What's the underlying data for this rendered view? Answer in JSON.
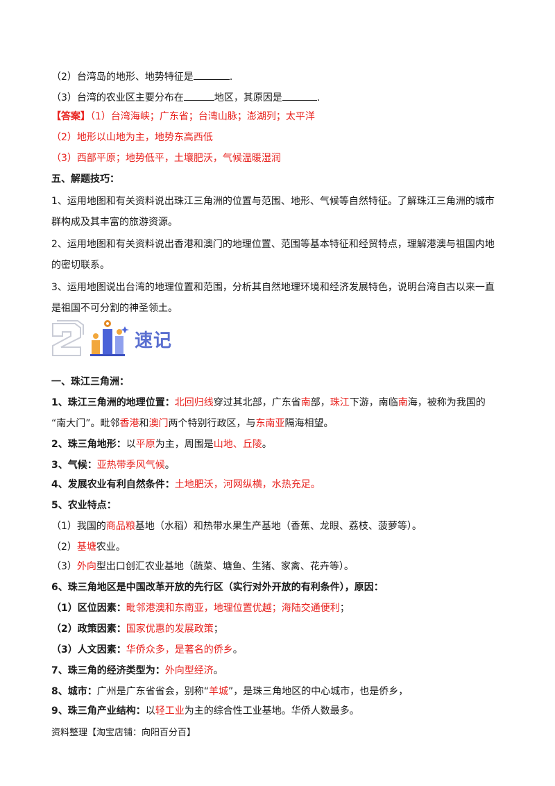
{
  "q2": {
    "text": "（2）台湾岛的地形、地势特征是",
    "end": "."
  },
  "q3": {
    "a": "（3）台湾的农业区主要分布在",
    "b": "地区，其原因是",
    "end": "."
  },
  "answer": {
    "label": "【答案】",
    "line1": "（1）台湾海峡；广东省；台湾山脉；澎湖列；太平洋",
    "line2": "（2）地形以山地为主，地势东高西低",
    "line3": "（3）西部平原；地势低平，土壤肥沃，气候温暖湿润"
  },
  "tips": {
    "heading": "五、解题技巧：",
    "p1a": "1、运用地图和有关资料说出珠江三角洲的位置与范围、地形、气候等自然特征。了解珠江三角洲的城市",
    "p1b": "群构成及其丰富的旅游资源。",
    "p2a": "2、运用地图和有关资料说出香港和澳门的地理位置、范围等基本特征和经贸特点，理解港澳与祖国内地",
    "p2b": "的密切联系。",
    "p3a": "3、运用地图说出台湾的地理位置和范围，分析其自然地理环境和经济发展特色，说明台湾自古以来一直",
    "p3b": "是祖国不可分割的神圣领土。"
  },
  "banner": {
    "title": "速记",
    "logo_icon": "ranking-podium-icon",
    "accent": "#5a6fd0"
  },
  "notes": {
    "h1": "一、珠江三角洲：",
    "n1": {
      "label": "1、珠江三角洲的地理位置：",
      "r1": "北回归线",
      "t1": "穿过其北部，广东省",
      "r2": "南",
      "t2": "部，",
      "r3": "珠江",
      "t3": "下游，南临",
      "r4": "南",
      "t4": "海，被称为我国的",
      "t5": "“南大门”。毗邻",
      "r5": "香港",
      "t6": "和",
      "r6": "澳门",
      "t7": "两个特别行政区，与",
      "r7": "东南亚",
      "t8": "隔海相望。"
    },
    "n2": {
      "label": "2、珠三角地形：",
      "t1": "以",
      "r1": "平原",
      "t2": "为主，周围是",
      "r2": "山地、丘陵",
      "t3": "。"
    },
    "n3": {
      "label": "3、气候：",
      "r1": "亚热带季风气候",
      "t1": "。"
    },
    "n4": {
      "label": "4、发展农业有利自然条件：",
      "r1": "土地肥沃",
      "t1": "，",
      "r2": "河网纵横",
      "t2": "，",
      "r3": "水热充足",
      "t3": "。"
    },
    "n5": {
      "label": "5、农业特点：",
      "s1a": "（1）我国的",
      "s1r": "商品粮",
      "s1b": "基地（水稻）和热带水果生产基地（香蕉、龙眼、荔枝、菠萝等）。",
      "s2a": "（2）",
      "s2r": "基塘",
      "s2b": "农业。",
      "s3a": "（3）",
      "s3r": "外向",
      "s3b": "型出口创汇农业基地（蔬菜、塘鱼、生猪、家禽、花卉等）。"
    },
    "n6": {
      "label": "6、珠三角地区是中国改革开放的先行区（实行对外开放的有利条件），原因：",
      "f1": "（1）区位因素：",
      "f1r": "毗邻港澳和东南亚，地理位置优越；海陆交通便利",
      "f1e": "；",
      "f2": "（2）政策因素：",
      "f2r": "国家优惠的发展政策",
      "f2e": "；",
      "f3": "（3）人文因素：",
      "f3r": "华侨众多，是著名的侨乡",
      "f3e": "。"
    },
    "n7": {
      "label": "7、珠三角的经济类型为：",
      "r1": "外向型经济",
      "t1": "。"
    },
    "n8": {
      "label": "8、城市：",
      "t1": "广州是广东省省会，别称“",
      "r1": "羊城",
      "t2": "”，是珠三角地区的中心城市，也是侨乡，"
    },
    "n9": {
      "label": "9、珠三角产业结构：",
      "t1": "以",
      "r1": "轻工业",
      "t2": "为主的综合性工业基地。华侨人数最多。"
    }
  },
  "footer": "资料整理【淘宝店铺：向阳百分百】"
}
